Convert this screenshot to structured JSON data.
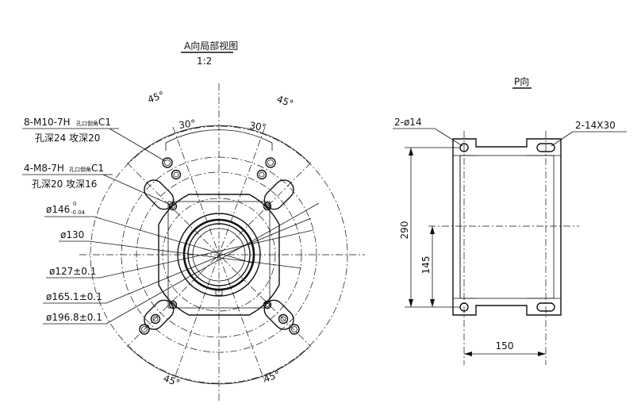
{
  "view_a": {
    "title": "A向局部视图",
    "scale": "1:2",
    "angle_top_left": "45°",
    "angle_top_right": "45°",
    "angle_inner_left": "30°",
    "angle_inner_right": "30°",
    "angle_bottom_left": "45°",
    "angle_bottom_right": "45°",
    "label_m10_a": "8-M10-7H",
    "label_m10_b": "孔口倒角",
    "label_m10_c": "C1",
    "label_m10_depth": "孔深24 攻深20",
    "label_m8_a": "4-M8-7H",
    "label_m8_b": "孔口倒角",
    "label_m8_c": "C1",
    "label_m8_depth": "孔深20 攻深16",
    "dia_146": "ø146",
    "dia_146_upper": "0",
    "dia_146_lower": "-0.04",
    "dia_130": "ø130",
    "dia_127": "ø127±0.1",
    "dia_165": "ø165.1±0.1",
    "dia_196": "ø196.8±0.1"
  },
  "view_p": {
    "title": "P向",
    "holes_left": "2-ø14",
    "slots_right": "2-14X30",
    "dim_290": "290",
    "dim_145": "145",
    "dim_150": "150"
  }
}
